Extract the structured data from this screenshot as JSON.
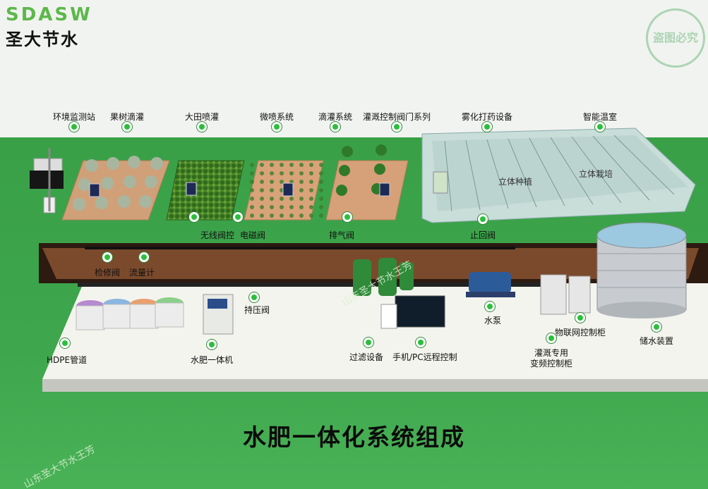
{
  "brand": {
    "mark": "SDASW",
    "name": "圣大节水"
  },
  "seal": {
    "text": "盗图必究"
  },
  "title": "水肥一体化系统组成",
  "watermarks": [
    "山东圣大节水王芳",
    "山东圣大节水王芳"
  ],
  "components": {
    "env_station": "环境监测站",
    "orchard_drip": "果树滴灌",
    "field_spray": "大田喷灌",
    "micro_spray": "微喷系统",
    "drip_system": "滴灌系统",
    "valve_series": "灌溉控制阀门系列",
    "mist_device": "雾化打药设备",
    "greenhouse": "智能温室",
    "wireless_valve": "无线阀控",
    "solenoid_valve": "电磁阀",
    "exhaust_valve": "排气阀",
    "check_valve": "止回阀",
    "repair_valve": "检修阀",
    "flow_meter": "流量计",
    "pressure_valve": "持压阀",
    "hdpe_pipe": "HDPE管道",
    "fert_machine": "水肥一体机",
    "filter": "过滤设备",
    "remote": "手机/PC远程控制",
    "pump": "水泵",
    "iot_cabinet": "物联网控制柜",
    "vfd_cabinet": "灌溉专用\n变频控制柜",
    "storage": "储水装置"
  },
  "greenhouse_labels": [
    "立体种植",
    "立体栽培"
  ],
  "colors": {
    "lawn": "#3ea64c",
    "sky": "#f1f3f0",
    "soil": "#c98a5c",
    "accent": "#2bbf3a"
  }
}
